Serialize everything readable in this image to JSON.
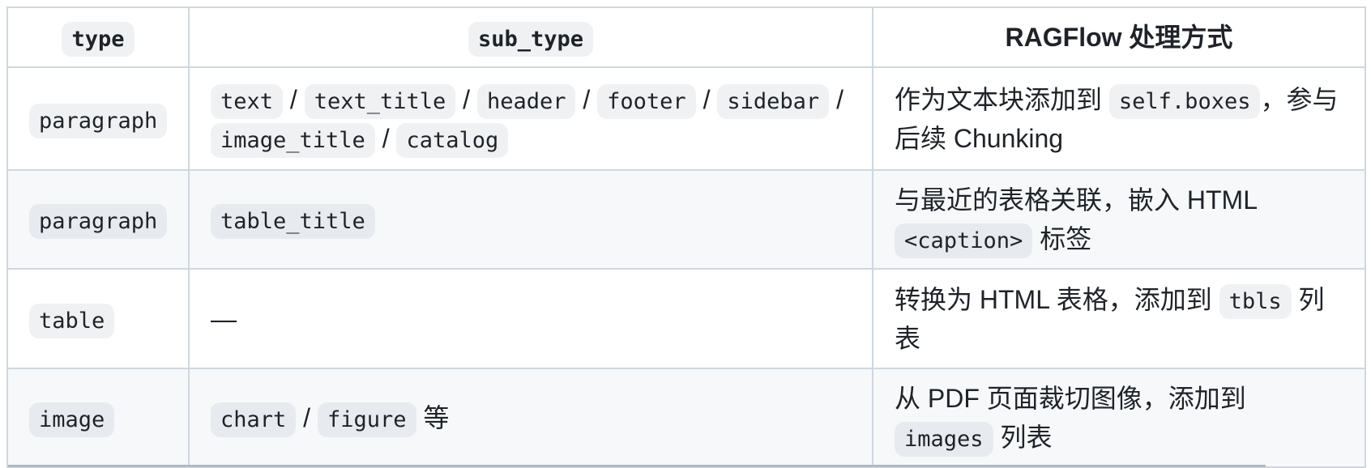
{
  "colors": {
    "text": "#1f2328",
    "border": "#d0d7de",
    "row-alt": "#f6f8fa",
    "code-bg": "#afb8c133",
    "edge": "#b3b9c0",
    "page-bg": "#ffffff"
  },
  "table": {
    "header": [
      [
        {
          "t": "code",
          "v": "type"
        }
      ],
      [
        {
          "t": "code",
          "v": "sub_type"
        }
      ],
      [
        {
          "t": "text",
          "v": "RAGFlow 处理方式"
        }
      ]
    ],
    "rows": [
      {
        "cells": [
          [
            {
              "t": "code",
              "v": "paragraph"
            }
          ],
          [
            {
              "t": "code",
              "v": "text"
            },
            {
              "t": "text",
              "v": " / "
            },
            {
              "t": "code",
              "v": "text_title"
            },
            {
              "t": "text",
              "v": " / "
            },
            {
              "t": "code",
              "v": "header"
            },
            {
              "t": "text",
              "v": " / "
            },
            {
              "t": "code",
              "v": "footer"
            },
            {
              "t": "text",
              "v": " / "
            },
            {
              "t": "code",
              "v": "sidebar"
            },
            {
              "t": "text",
              "v": " / "
            },
            {
              "t": "code",
              "v": "image_title"
            },
            {
              "t": "text",
              "v": " / "
            },
            {
              "t": "code",
              "v": "catalog"
            }
          ],
          [
            {
              "t": "text",
              "v": "作为文本块添加到 "
            },
            {
              "t": "code",
              "v": "self.boxes"
            },
            {
              "t": "text",
              "v": "，参与后续 Chunking"
            }
          ]
        ]
      },
      {
        "cells": [
          [
            {
              "t": "code",
              "v": "paragraph"
            }
          ],
          [
            {
              "t": "code",
              "v": "table_title"
            }
          ],
          [
            {
              "t": "text",
              "v": "与最近的表格关联，嵌入 HTML "
            },
            {
              "t": "code",
              "v": "<caption>"
            },
            {
              "t": "text",
              "v": " 标签"
            }
          ]
        ]
      },
      {
        "cells": [
          [
            {
              "t": "code",
              "v": "table"
            }
          ],
          [
            {
              "t": "text",
              "v": "—"
            }
          ],
          [
            {
              "t": "text",
              "v": "转换为 HTML 表格，添加到 "
            },
            {
              "t": "code",
              "v": "tbls"
            },
            {
              "t": "text",
              "v": " 列表"
            }
          ]
        ]
      },
      {
        "cells": [
          [
            {
              "t": "code",
              "v": "image"
            }
          ],
          [
            {
              "t": "code",
              "v": "chart"
            },
            {
              "t": "text",
              "v": " / "
            },
            {
              "t": "code",
              "v": "figure"
            },
            {
              "t": "text",
              "v": " 等"
            }
          ],
          [
            {
              "t": "text",
              "v": "从 PDF 页面裁切图像，添加到 "
            },
            {
              "t": "code",
              "v": "images"
            },
            {
              "t": "text",
              "v": " 列表"
            }
          ]
        ]
      }
    ]
  }
}
